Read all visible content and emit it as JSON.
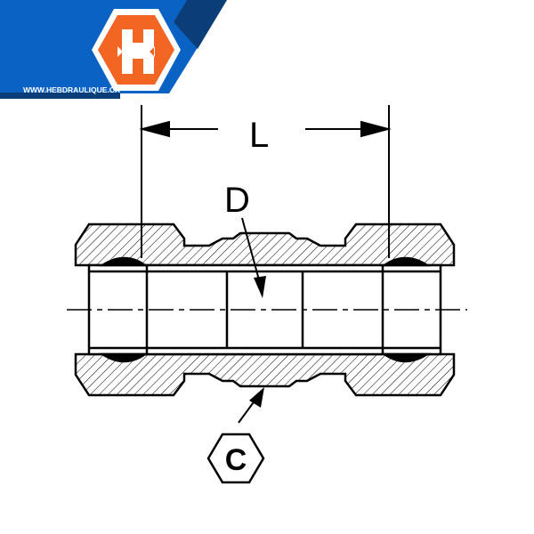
{
  "logo": {
    "letter": "H",
    "url": "WWW.HEBDRAULIQUE.CA"
  },
  "dimensions": {
    "length_label": "L",
    "diameter_label": "D",
    "hex_label": "C"
  },
  "colors": {
    "blue": "#0a62c4",
    "dark_blue": "#0b3e78",
    "orange": "#f26522",
    "line": "#000000"
  }
}
